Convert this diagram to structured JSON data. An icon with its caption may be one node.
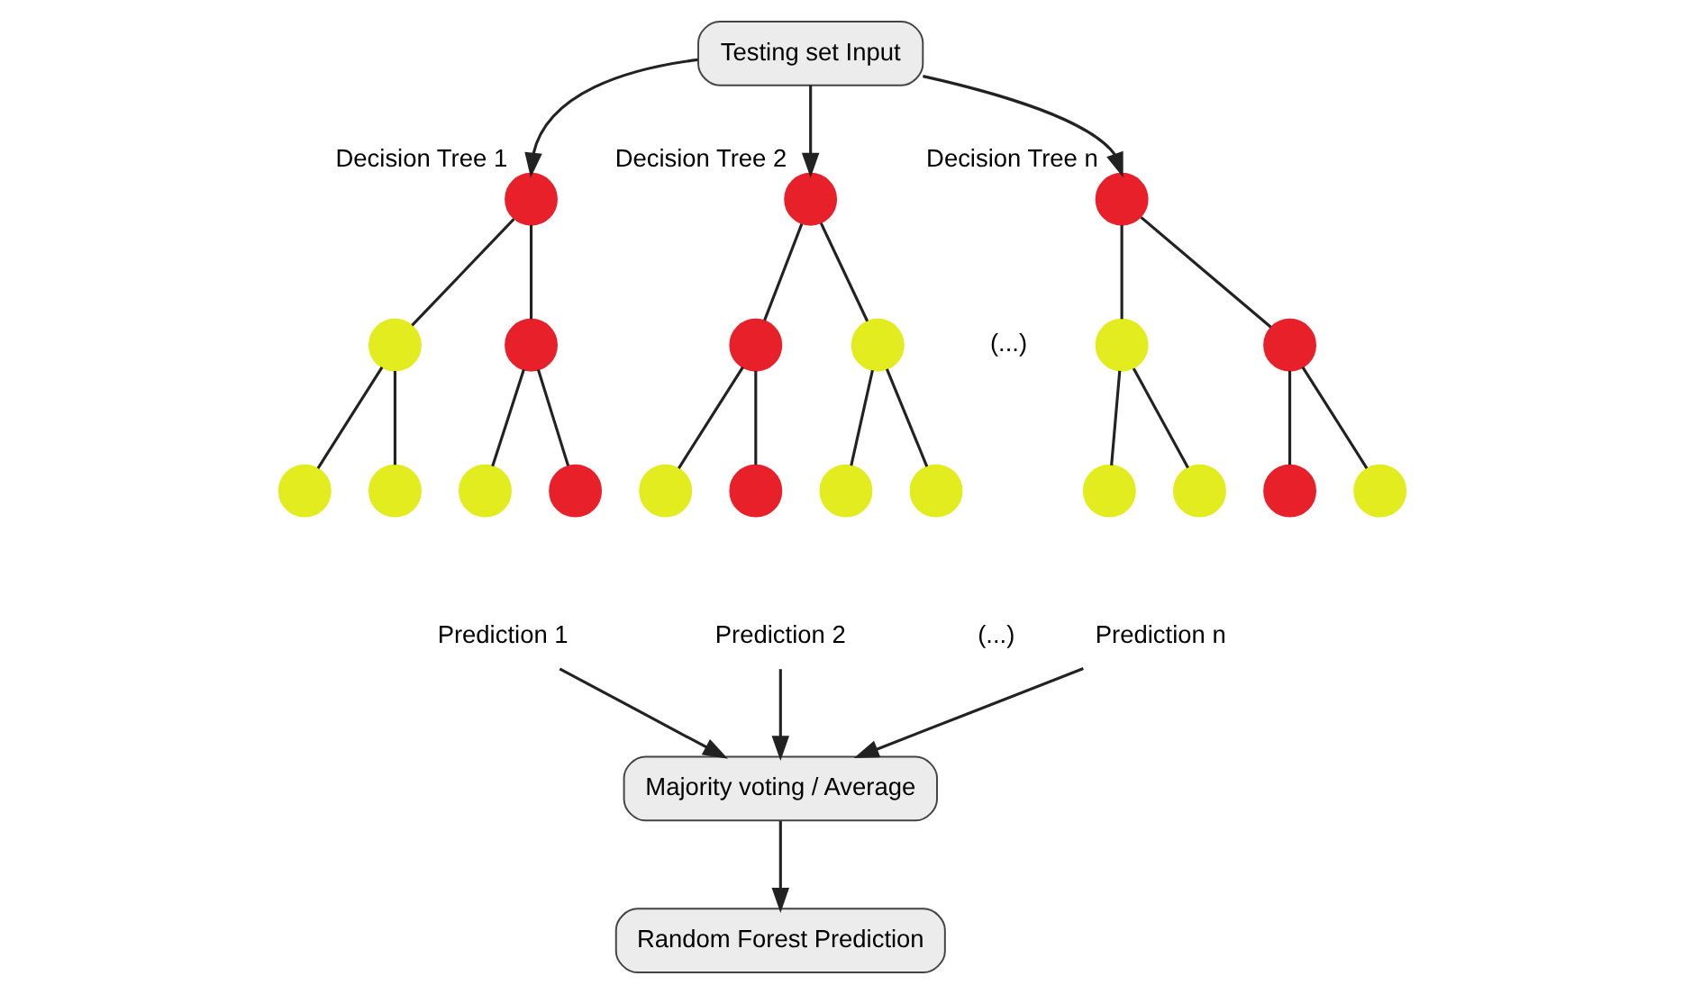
{
  "diagram": {
    "nodes": [
      {
        "text": [
          "Testing set Input"
        ]
      },
      {
        "text": [],
        "shape": "circle",
        "beside": [
          "Decision Tree 1"
        ]
      },
      {
        "text": [],
        "shape": "circle"
      },
      {
        "text": [],
        "shape": "circle"
      },
      {
        "text": [],
        "shape": "circle"
      },
      {
        "text": [],
        "shape": "circle"
      },
      {
        "text": [],
        "shape": "circle"
      },
      {
        "text": [],
        "shape": "circle"
      },
      {
        "text": [],
        "shape": "circle",
        "beside": [
          "Decision Tree 2"
        ]
      },
      {
        "text": [],
        "shape": "circle"
      },
      {
        "text": [],
        "shape": "circle"
      },
      {
        "text": [],
        "shape": "circle"
      },
      {
        "text": [],
        "shape": "circle"
      },
      {
        "text": [],
        "shape": "circle"
      },
      {
        "text": [],
        "shape": "circle"
      },
      {
        "text": [],
        "shape": "circle",
        "beside": [
          "Decision Tree n"
        ]
      },
      {
        "text": [],
        "shape": "circle"
      },
      {
        "text": [],
        "shape": "circle"
      },
      {
        "text": [],
        "shape": "circle"
      },
      {
        "text": [],
        "shape": "circle"
      },
      {
        "text": [],
        "shape": "circle"
      },
      {
        "text": [],
        "shape": "circle"
      },
      {
        "text": [
          "Prediction 1"
        ]
      },
      {
        "text": [
          "Prediction 2"
        ]
      },
      {
        "text": [
          "Prediction n"
        ]
      },
      {
        "text": [
          "Majority voting / Average"
        ]
      },
      {
        "text": [
          "Random Forest Prediction"
        ]
      }
    ],
    "edges": [
      {
        "from": 0,
        "to": 1,
        "arrow": "to"
      },
      {
        "from": 0,
        "to": 8,
        "arrow": "to"
      },
      {
        "from": 0,
        "to": 15,
        "arrow": "to"
      },
      {
        "from": 1,
        "to": 2,
        "arrow": "none"
      },
      {
        "from": 1,
        "to": 3,
        "arrow": "none"
      },
      {
        "from": 2,
        "to": 4,
        "arrow": "none"
      },
      {
        "from": 2,
        "to": 5,
        "arrow": "none"
      },
      {
        "from": 3,
        "to": 6,
        "arrow": "none"
      },
      {
        "from": 3,
        "to": 7,
        "arrow": "none"
      },
      {
        "from": 8,
        "to": 9,
        "arrow": "none"
      },
      {
        "from": 8,
        "to": 10,
        "arrow": "none"
      },
      {
        "from": 9,
        "to": 11,
        "arrow": "none"
      },
      {
        "from": 9,
        "to": 12,
        "arrow": "none"
      },
      {
        "from": 10,
        "to": 13,
        "arrow": "none"
      },
      {
        "from": 10,
        "to": 14,
        "arrow": "none"
      },
      {
        "from": 15,
        "to": 16,
        "arrow": "none"
      },
      {
        "from": 15,
        "to": 17,
        "arrow": "none"
      },
      {
        "from": 16,
        "to": 18,
        "arrow": "none"
      },
      {
        "from": 16,
        "to": 19,
        "arrow": "none"
      },
      {
        "from": 17,
        "to": 20,
        "arrow": "none"
      },
      {
        "from": 17,
        "to": 21,
        "arrow": "none"
      },
      {
        "from": 22,
        "to": 25,
        "arrow": "to"
      },
      {
        "from": 23,
        "to": 25,
        "arrow": "to"
      },
      {
        "from": 24,
        "to": 25,
        "arrow": "to"
      },
      {
        "from": 25,
        "to": 26,
        "arrow": "to"
      }
    ],
    "labels": [
      "(...)",
      "(...)"
    ]
  }
}
